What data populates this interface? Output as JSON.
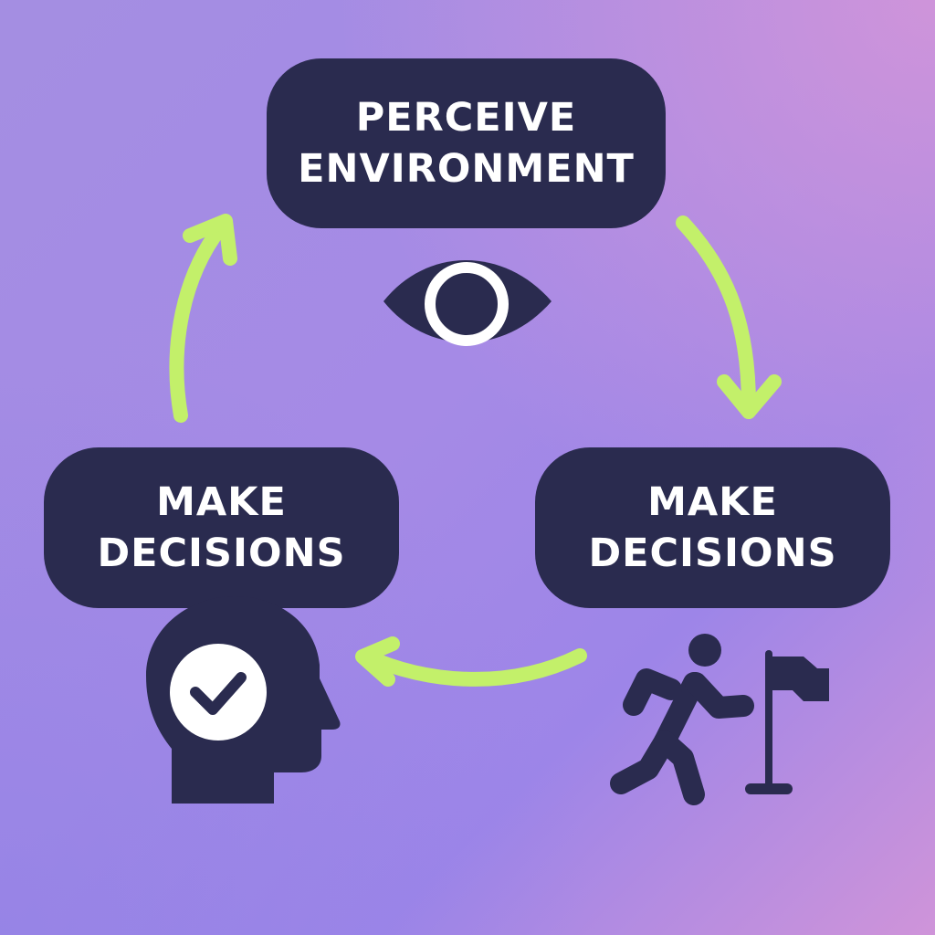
{
  "diagram": {
    "nodes": [
      {
        "id": "top",
        "lines": [
          "PERCEIVE",
          "ENVIRONMENT"
        ]
      },
      {
        "id": "left",
        "lines": [
          "MAKE",
          "DECISIONS"
        ]
      },
      {
        "id": "right",
        "lines": [
          "MAKE",
          "DECISIONS"
        ]
      }
    ],
    "icons": {
      "top": "eye-icon",
      "left": "head-check-icon",
      "right": "runner-flag-icon"
    },
    "colors": {
      "node_fill": "#2a2b4f",
      "node_text": "#ffffff",
      "arrow": "#c3f06a",
      "icon": "#2a2b4f"
    }
  }
}
